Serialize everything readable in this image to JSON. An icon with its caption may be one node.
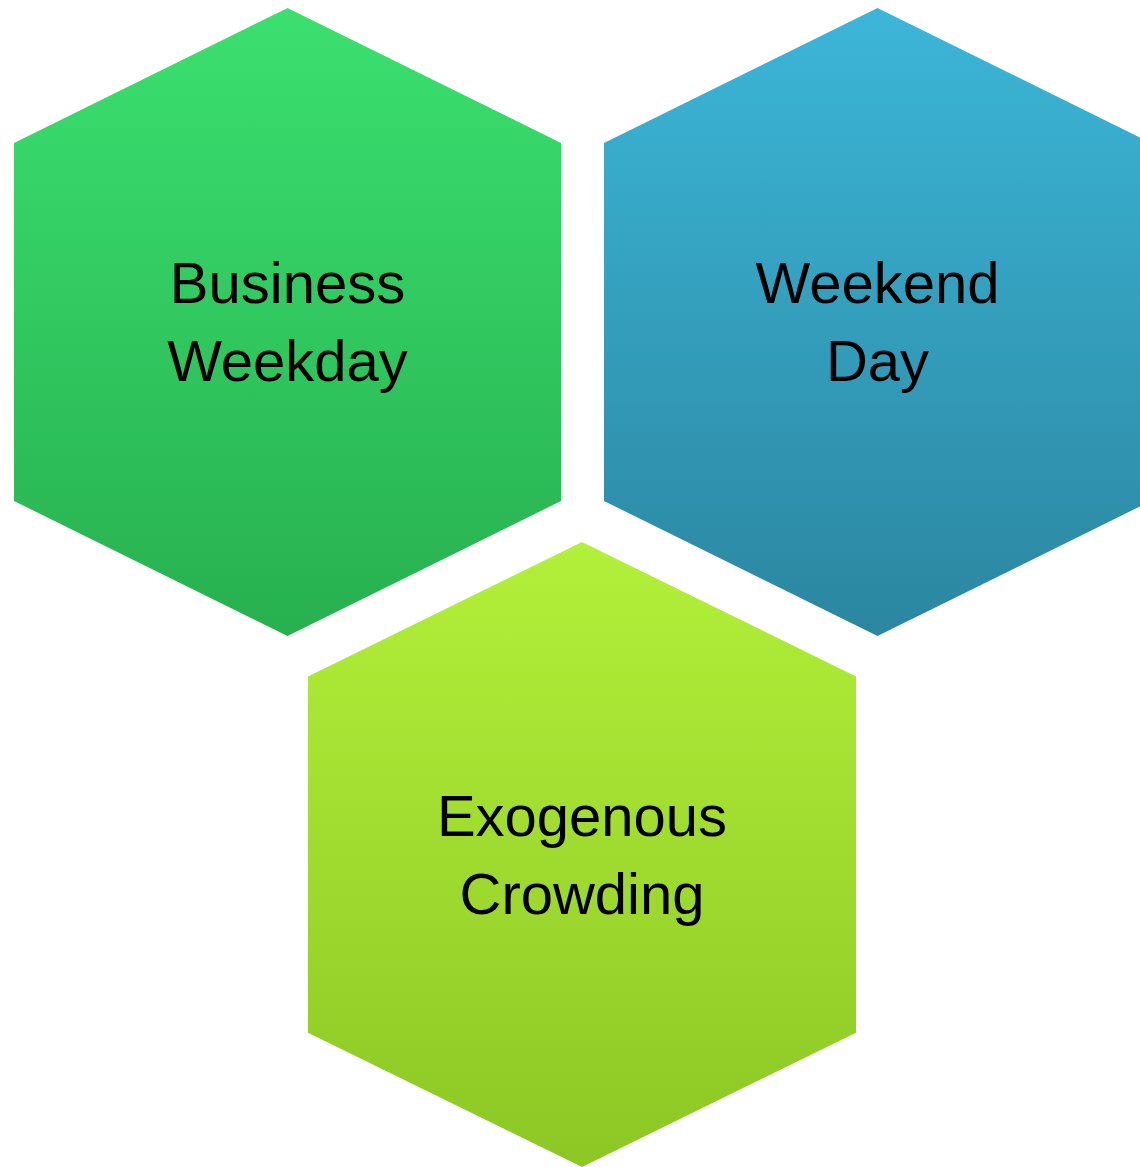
{
  "diagram": {
    "nodes": [
      {
        "text": [
          "Business Weekday"
        ]
      },
      {
        "text": [
          "Weekend Day"
        ]
      },
      {
        "text": [
          "Exogenous Crowding"
        ]
      }
    ]
  }
}
